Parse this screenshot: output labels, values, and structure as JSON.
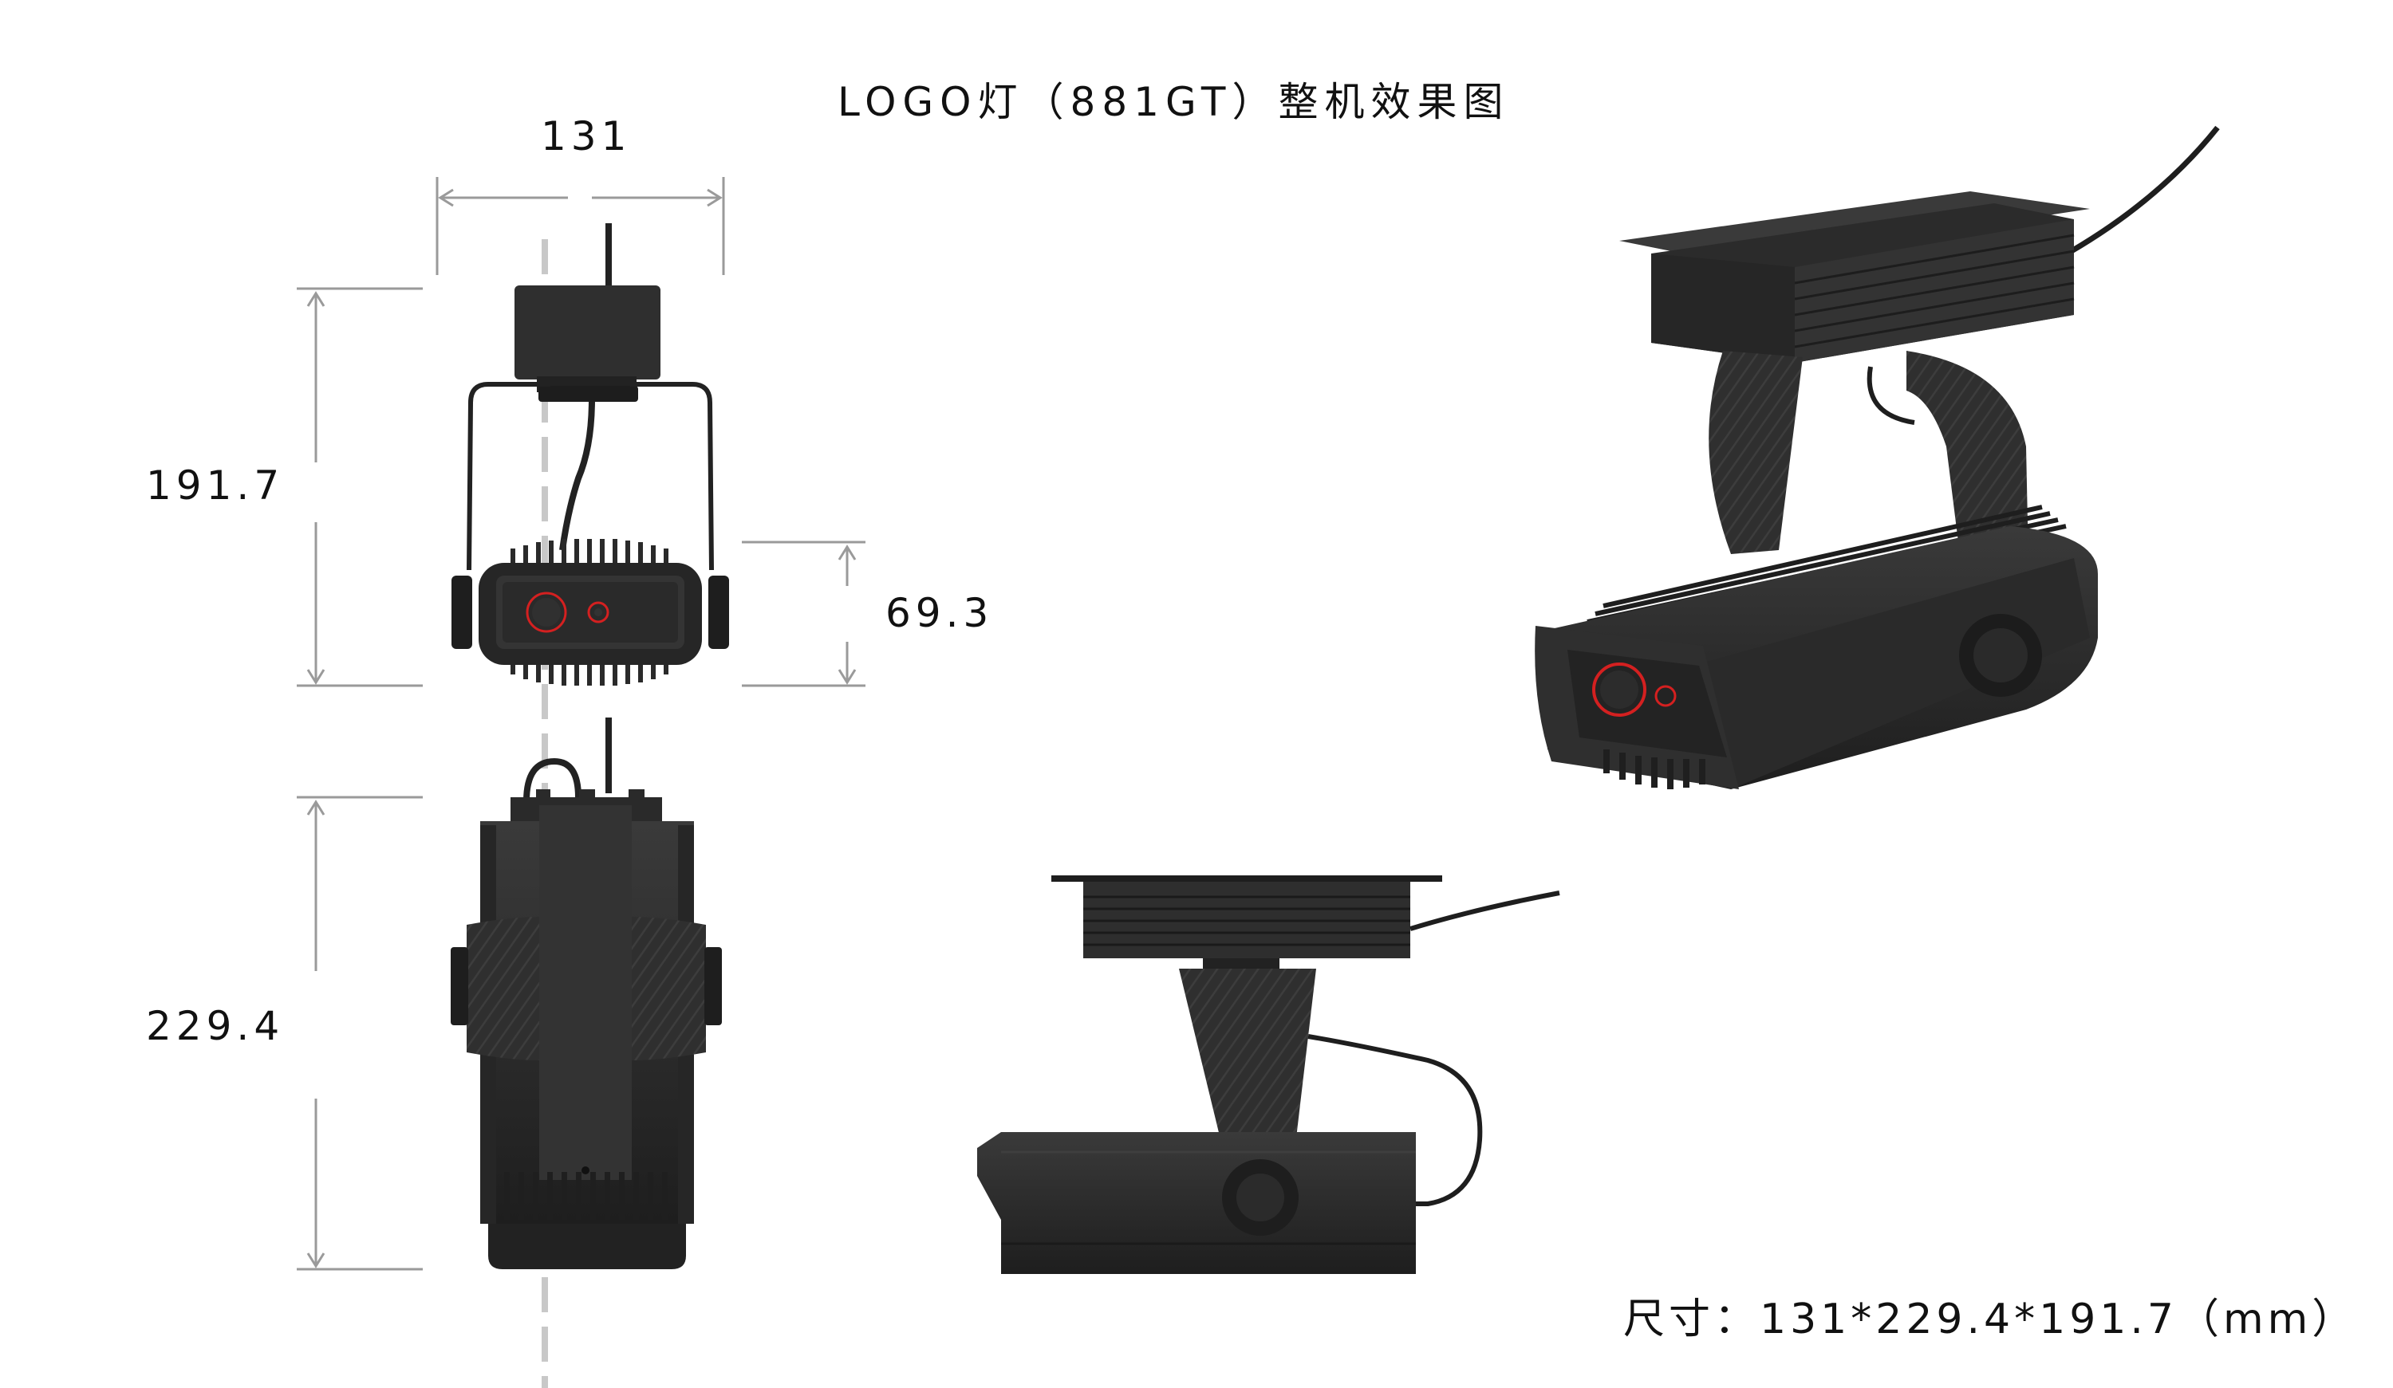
{
  "title": "LOGO灯（881GT）整机效果图",
  "dimensions": {
    "width": "131",
    "height_front": "191.7",
    "lens_height": "69.3",
    "depth": "229.4"
  },
  "size_note": "尺寸：131*229.4*191.7（mm）",
  "colors": {
    "body": "#2d2d2d",
    "body_dark": "#1a1a1a",
    "fin": "#3a3a3a",
    "lens_ring": "#d42020",
    "dimension_line": "#9a9a9a",
    "center_line": "#c8c8c8"
  }
}
